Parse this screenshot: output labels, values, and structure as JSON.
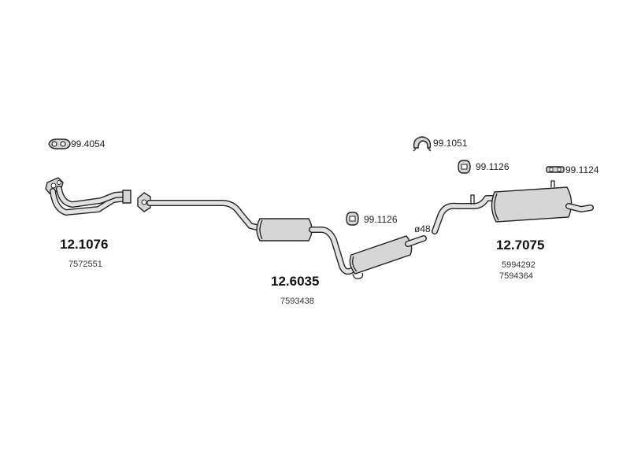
{
  "hardware": [
    {
      "id": "clamp-gasket",
      "code": "99.4054",
      "icon": "gasket-clamp-icon"
    },
    {
      "id": "hanger-ring",
      "code": "99.1051",
      "icon": "rubber-ring-hanger-icon"
    },
    {
      "id": "mount-a",
      "code": "99.1126",
      "icon": "rubber-mount-icon"
    },
    {
      "id": "mount-b",
      "code": "99.1126",
      "icon": "rubber-mount-icon"
    },
    {
      "id": "bracket",
      "code": "99.1124",
      "icon": "mounting-bracket-icon"
    }
  ],
  "parts": [
    {
      "id": "front-pipe",
      "code": "12.1076",
      "oem": [
        "7572551"
      ]
    },
    {
      "id": "middle-silencer",
      "code": "12.6035",
      "oem": [
        "7593438"
      ]
    },
    {
      "id": "rear-silencer",
      "code": "12.7075",
      "oem": [
        "5994292",
        "7594364"
      ]
    }
  ],
  "dimension_label": "ø48"
}
